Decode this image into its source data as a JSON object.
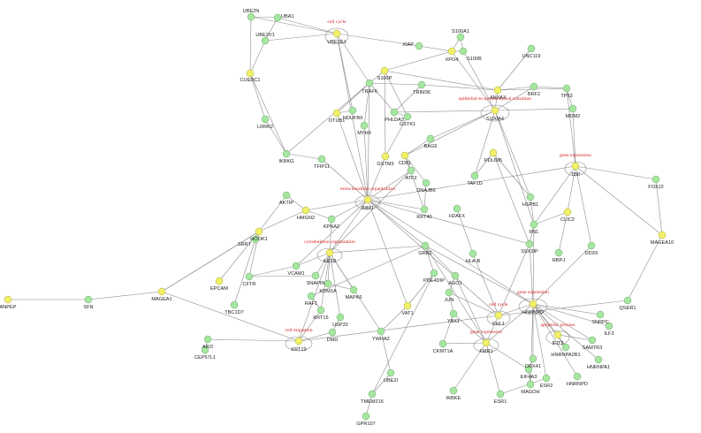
{
  "colors": {
    "hub": "#f1f16a",
    "node": "#a6e6a0",
    "edge": "#8c8c8c",
    "highlight_text": "#d62020"
  },
  "nodes": [
    {
      "id": "UBE2N",
      "hub": false
    },
    {
      "id": "UBA1",
      "hub": false
    },
    {
      "id": "UBE2V1",
      "hub": false
    },
    {
      "id": "UBE2E1",
      "hub": true
    },
    {
      "id": "CUEDC1",
      "hub": true
    },
    {
      "id": "XIAP",
      "hub": false
    },
    {
      "id": "S100A1",
      "hub": false
    },
    {
      "id": "XPO4",
      "hub": true
    },
    {
      "id": "S100B",
      "hub": false
    },
    {
      "id": "UNC119",
      "hub": false
    },
    {
      "id": "S100P",
      "hub": true
    },
    {
      "id": "TRAF6",
      "hub": false
    },
    {
      "id": "TRIM36",
      "hub": false
    },
    {
      "id": "ANXA3",
      "hub": true
    },
    {
      "id": "BRF2",
      "hub": false
    },
    {
      "id": "TP53",
      "hub": false
    },
    {
      "id": "NDUFB9",
      "hub": false
    },
    {
      "id": "OTUB1",
      "hub": true
    },
    {
      "id": "PHLDA3",
      "hub": false
    },
    {
      "id": "GSTK1",
      "hub": false
    },
    {
      "id": "S100A4",
      "hub": true
    },
    {
      "id": "MDM2",
      "hub": false
    },
    {
      "id": "MYH9",
      "hub": false
    },
    {
      "id": "LRRK2",
      "hub": false
    },
    {
      "id": "BAG6",
      "hub": false
    },
    {
      "id": "IKBKG",
      "hub": false
    },
    {
      "id": "TFIP11",
      "hub": false
    },
    {
      "id": "GSTM3",
      "hub": true
    },
    {
      "id": "CD81",
      "hub": true
    },
    {
      "id": "PDLIM5",
      "hub": true
    },
    {
      "id": "TBP",
      "hub": true
    },
    {
      "id": "ATF2",
      "hub": false
    },
    {
      "id": "TAF1D",
      "hub": false
    },
    {
      "id": "FOXJ2",
      "hub": false
    },
    {
      "id": "DNAJB6",
      "hub": false
    },
    {
      "id": "AKTIP",
      "hub": false
    },
    {
      "id": "IMMT",
      "hub": true
    },
    {
      "id": "HSPB1",
      "hub": false
    },
    {
      "id": "HMGN2",
      "hub": true
    },
    {
      "id": "KPNA2",
      "hub": false
    },
    {
      "id": "KRT40",
      "hub": false
    },
    {
      "id": "H2AFX",
      "hub": false
    },
    {
      "id": "FN1",
      "hub": false
    },
    {
      "id": "CLIC2",
      "hub": true
    },
    {
      "id": "HOOK1",
      "hub": true
    },
    {
      "id": "SRRT",
      "hub": false
    },
    {
      "id": "GRB2",
      "hub": false
    },
    {
      "id": "SSX2IP",
      "hub": false
    },
    {
      "id": "MAGEA10",
      "hub": true
    },
    {
      "id": "KRT8",
      "hub": true
    },
    {
      "id": "HLA-B",
      "hub": false
    },
    {
      "id": "DDX5",
      "hub": false
    },
    {
      "id": "VCAM1",
      "hub": false
    },
    {
      "id": "RBPJ",
      "hub": false
    },
    {
      "id": "EPCAM",
      "hub": true
    },
    {
      "id": "CFTR",
      "hub": false
    },
    {
      "id": "SNAPIN",
      "hub": false
    },
    {
      "id": "PDE4DIP",
      "hub": false
    },
    {
      "id": "AGO1",
      "hub": false
    },
    {
      "id": "KDM1A",
      "hub": false
    },
    {
      "id": "QSER1",
      "hub": false
    },
    {
      "id": "ANPEP",
      "hub": true
    },
    {
      "id": "SFN",
      "hub": false
    },
    {
      "id": "MAGEA1",
      "hub": true
    },
    {
      "id": "RAF1",
      "hub": false
    },
    {
      "id": "MAPK6",
      "hub": false
    },
    {
      "id": "JUN",
      "hub": false
    },
    {
      "id": "HNRNPD",
      "hub": true
    },
    {
      "id": "TBC1D7",
      "hub": false
    },
    {
      "id": "KRT15",
      "hub": false
    },
    {
      "id": "VAT1",
      "hub": true
    },
    {
      "id": "SNRPC",
      "hub": false
    },
    {
      "id": "USP32",
      "hub": false
    },
    {
      "id": "YBX1",
      "hub": false
    },
    {
      "id": "FHL1",
      "hub": true
    },
    {
      "id": "ILF3",
      "hub": false
    },
    {
      "id": "IFIT2",
      "hub": true
    },
    {
      "id": "SAMTR3",
      "hub": false
    },
    {
      "id": "ABI2",
      "hub": false
    },
    {
      "id": "DMD",
      "hub": false
    },
    {
      "id": "YWHAZ",
      "hub": false
    },
    {
      "id": "HNRNPA2B1",
      "hub": false
    },
    {
      "id": "CEP57L1",
      "hub": false
    },
    {
      "id": "KRT19",
      "hub": true
    },
    {
      "id": "FMR1",
      "hub": true
    },
    {
      "id": "CKMT1A",
      "hub": false
    },
    {
      "id": "HNRNPA1",
      "hub": false
    },
    {
      "id": "DDX41",
      "hub": false
    },
    {
      "id": "EIF4A3",
      "hub": false
    },
    {
      "id": "ESR2",
      "hub": false
    },
    {
      "id": "HNRNPD2",
      "label": "HNRNPD",
      "hub": false
    },
    {
      "id": "UBE2I",
      "hub": false
    },
    {
      "id": "MAGOH",
      "hub": false
    },
    {
      "id": "IKBKE",
      "hub": false
    },
    {
      "id": "ESR1",
      "hub": false
    },
    {
      "id": "TMEM216",
      "hub": false
    },
    {
      "id": "GPR107",
      "hub": false
    }
  ],
  "highlights": [
    {
      "node": "UBE2E1",
      "label": "cell cycle"
    },
    {
      "node": "S100A4",
      "label": "epithelial-to-mesenchymal transition"
    },
    {
      "node": "TBP",
      "label": "gene expression"
    },
    {
      "node": "IMMT",
      "label": "mitochondrion organization"
    },
    {
      "node": "KRT8",
      "label": "cytoskeleton organization"
    },
    {
      "node": "HNRNPD",
      "label": "gene expression"
    },
    {
      "node": "FHL1",
      "label": "cell cycle"
    },
    {
      "node": "IFIT2",
      "label": "apoptotic process"
    },
    {
      "node": "KRT19",
      "label": "cell migration"
    },
    {
      "node": "FMR1",
      "label": "gene expression"
    }
  ],
  "edges": [
    [
      "UBE2N",
      "UBA1"
    ],
    [
      "UBE2N",
      "UBE2E1"
    ],
    [
      "UBA1",
      "UBE2E1"
    ],
    [
      "UBA1",
      "UBE2V1"
    ],
    [
      "UBE2V1",
      "CUEDC1"
    ],
    [
      "UBE2V1",
      "UBE2E1"
    ],
    [
      "UBE2N",
      "CUEDC1"
    ],
    [
      "UBE2E1",
      "XIAP"
    ],
    [
      "UBE2E1",
      "TRAF6"
    ],
    [
      "UBE2E1",
      "NDUFB9"
    ],
    [
      "UBE2E1",
      "IMMT"
    ],
    [
      "CUEDC1",
      "LRRK2"
    ],
    [
      "CUEDC1",
      "IKBKG"
    ],
    [
      "LRRK2",
      "IKBKG"
    ],
    [
      "IKBKG",
      "TRAF6"
    ],
    [
      "XIAP",
      "XPO4"
    ],
    [
      "S100A1",
      "S100B"
    ],
    [
      "S100A1",
      "XPO4"
    ],
    [
      "XPO4",
      "S100B"
    ],
    [
      "XPO4",
      "S100A4"
    ],
    [
      "XPO4",
      "S100P"
    ],
    [
      "S100B",
      "S100A4"
    ],
    [
      "UNC119",
      "ANXA3"
    ],
    [
      "S100P",
      "TRAF6"
    ],
    [
      "S100P",
      "GSTM3"
    ],
    [
      "S100P",
      "ANXA3"
    ],
    [
      "S100P",
      "GSTK1"
    ],
    [
      "TRAF6",
      "OTUB1"
    ],
    [
      "TRAF6",
      "MYH9"
    ],
    [
      "TRAF6",
      "IMMT"
    ],
    [
      "TRAF6",
      "TRIM36"
    ],
    [
      "TRIM36",
      "ANXA3"
    ],
    [
      "TRIM36",
      "PHLDA3"
    ],
    [
      "ANXA3",
      "BRF2"
    ],
    [
      "ANXA3",
      "S100A4"
    ],
    [
      "BRF2",
      "TP53"
    ],
    [
      "BRF2",
      "S100A4"
    ],
    [
      "TP53",
      "MDM2"
    ],
    [
      "TP53",
      "TBP"
    ],
    [
      "TP53",
      "ANXA3"
    ],
    [
      "S100A4",
      "MDM2"
    ],
    [
      "S100A4",
      "PHLDA3"
    ],
    [
      "S100A4",
      "CD81"
    ],
    [
      "S100A4",
      "BAG6"
    ],
    [
      "S100A4",
      "TAF1D"
    ],
    [
      "S100A4",
      "HSPB1"
    ],
    [
      "S100A4",
      "FN1"
    ],
    [
      "MDM2",
      "TBP"
    ],
    [
      "PHLDA3",
      "GSTK1"
    ],
    [
      "PHLDA3",
      "TRAF6"
    ],
    [
      "GSTK1",
      "GSTM3"
    ],
    [
      "OTUB1",
      "NDUFB9"
    ],
    [
      "OTUB1",
      "IMMT"
    ],
    [
      "MYH9",
      "IMMT"
    ],
    [
      "IKBKG",
      "TFIP11"
    ],
    [
      "TFIP11",
      "IMMT"
    ],
    [
      "GSTM3",
      "IMMT"
    ],
    [
      "BAG6",
      "CD81"
    ],
    [
      "CD81",
      "ATF2"
    ],
    [
      "CD81",
      "DNAJB6"
    ],
    [
      "CD81",
      "KRT40"
    ],
    [
      "ATF2",
      "IMMT"
    ],
    [
      "ATF2",
      "KRT8"
    ],
    [
      "PDLIM5",
      "TAF1D"
    ],
    [
      "PDLIM5",
      "HSPB1"
    ],
    [
      "PDLIM5",
      "SSX2IP"
    ],
    [
      "TBP",
      "FOXJ2"
    ],
    [
      "TBP",
      "FN1"
    ],
    [
      "TBP",
      "CLIC2"
    ],
    [
      "TBP",
      "DDX5"
    ],
    [
      "TBP",
      "IMMT"
    ],
    [
      "FOXJ2",
      "MAGEA10"
    ],
    [
      "MAGEA10",
      "QSER1"
    ],
    [
      "QSER1",
      "FHL1"
    ],
    [
      "MAGEA10",
      "TBP"
    ],
    [
      "AKTIP",
      "HMGN2"
    ],
    [
      "AKTIP",
      "HOOK1"
    ],
    [
      "HMGN2",
      "IMMT"
    ],
    [
      "HMGN2",
      "KPNA2"
    ],
    [
      "HMGN2",
      "HOOK1"
    ],
    [
      "KPNA2",
      "IMMT"
    ],
    [
      "KPNA2",
      "KRT8"
    ],
    [
      "IMMT",
      "KRT8"
    ],
    [
      "IMMT",
      "GRB2"
    ],
    [
      "IMMT",
      "KRT40"
    ],
    [
      "IMMT",
      "FHL1"
    ],
    [
      "IMMT",
      "HNRNPD"
    ],
    [
      "IMMT",
      "VCAM1"
    ],
    [
      "HOOK1",
      "SRRT"
    ],
    [
      "HOOK1",
      "EPCAM"
    ],
    [
      "HOOK1",
      "MAGEA1"
    ],
    [
      "HOOK1",
      "CFTR"
    ],
    [
      "SRRT",
      "TBC1D7"
    ],
    [
      "KRT8",
      "SNAPIN"
    ],
    [
      "KRT8",
      "KRT15"
    ],
    [
      "KRT8",
      "GRB2"
    ],
    [
      "KRT8",
      "VCAM1"
    ],
    [
      "KRT8",
      "MAPK6"
    ],
    [
      "KRT8",
      "KRT19"
    ],
    [
      "KRT8",
      "USP32"
    ],
    [
      "KRT8",
      "KDM1A"
    ],
    [
      "GRB2",
      "RAF1"
    ],
    [
      "GRB2",
      "PDE4DIP"
    ],
    [
      "GRB2",
      "AGO1"
    ],
    [
      "GRB2",
      "FMR1"
    ],
    [
      "GRB2",
      "HNRNPD"
    ],
    [
      "H2AFX",
      "HLA-B"
    ],
    [
      "HLA-B",
      "FHL1"
    ],
    [
      "FN1",
      "SSX2IP"
    ],
    [
      "FN1",
      "CLIC2"
    ],
    [
      "FN1",
      "HNRNPD"
    ],
    [
      "CLIC2",
      "RBPJ"
    ],
    [
      "SSX2IP",
      "HNRNPD"
    ],
    [
      "SSX2IP",
      "FHL1"
    ],
    [
      "SSX2IP",
      "IMMT"
    ],
    [
      "AGO1",
      "JUN"
    ],
    [
      "AGO1",
      "FMR1"
    ],
    [
      "JUN",
      "YBX1"
    ],
    [
      "JUN",
      "FHL1"
    ],
    [
      "YBX1",
      "FMR1"
    ],
    [
      "YBX1",
      "CKMT1A"
    ],
    [
      "VAT1",
      "YWHAZ"
    ],
    [
      "VAT1",
      "IMMT"
    ],
    [
      "MAGEA1",
      "SFN"
    ],
    [
      "SFN",
      "ANPEP"
    ],
    [
      "MAGEA1",
      "KRT19"
    ],
    [
      "MAGEA1",
      "HOOK1"
    ],
    [
      "ABI2",
      "KRT19"
    ],
    [
      "ABI2",
      "CEP57L1"
    ],
    [
      "KRT19",
      "DMD"
    ],
    [
      "KRT19",
      "FHL1"
    ],
    [
      "DMD",
      "USP32"
    ],
    [
      "KRT15",
      "KRT19"
    ],
    [
      "RAF1",
      "KRT15"
    ],
    [
      "YWHAZ",
      "KRT8"
    ],
    [
      "YWHAZ",
      "UBE2I"
    ],
    [
      "UBE2I",
      "TMEM216"
    ],
    [
      "TMEM216",
      "GPR107"
    ],
    [
      "TMEM216",
      "PDE4DIP"
    ],
    [
      "FHL1",
      "FMR1"
    ],
    [
      "FMR1",
      "CKMT1A"
    ],
    [
      "FMR1",
      "IKBKE"
    ],
    [
      "FMR1",
      "ESR1"
    ],
    [
      "FMR1",
      "EIF4A3"
    ],
    [
      "FMR1",
      "HNRNPD"
    ],
    [
      "HNRNPD",
      "SNRPC"
    ],
    [
      "HNRNPD",
      "ILF3"
    ],
    [
      "HNRNPD",
      "IFIT2"
    ],
    [
      "HNRNPD",
      "SAMTR3"
    ],
    [
      "HNRNPD",
      "HNRNPA2B1"
    ],
    [
      "HNRNPD",
      "HNRNPA1"
    ],
    [
      "HNRNPD",
      "DDX41"
    ],
    [
      "HNRNPD",
      "ESR2"
    ],
    [
      "HNRNPD",
      "MAGOH"
    ],
    [
      "HNRNPD",
      "HNRNPD2"
    ],
    [
      "HNRNPD",
      "FHL1"
    ],
    [
      "IFIT2",
      "HNRNPA2B1"
    ],
    [
      "IFIT2",
      "SAMTR3"
    ],
    [
      "EIF4A3",
      "MAGOH"
    ],
    [
      "DDX41",
      "EIF4A3"
    ],
    [
      "ESR2",
      "ESR1"
    ],
    [
      "CFTR",
      "SNAPIN"
    ],
    [
      "VCAM1",
      "CFTR"
    ],
    [
      "KDM1A",
      "MAPK6"
    ],
    [
      "PDE4DIP",
      "VAT1"
    ],
    [
      "DNAJB6",
      "KRT40"
    ],
    [
      "HSPB1",
      "FN1"
    ],
    [
      "DDX5",
      "HNRNPD"
    ]
  ]
}
